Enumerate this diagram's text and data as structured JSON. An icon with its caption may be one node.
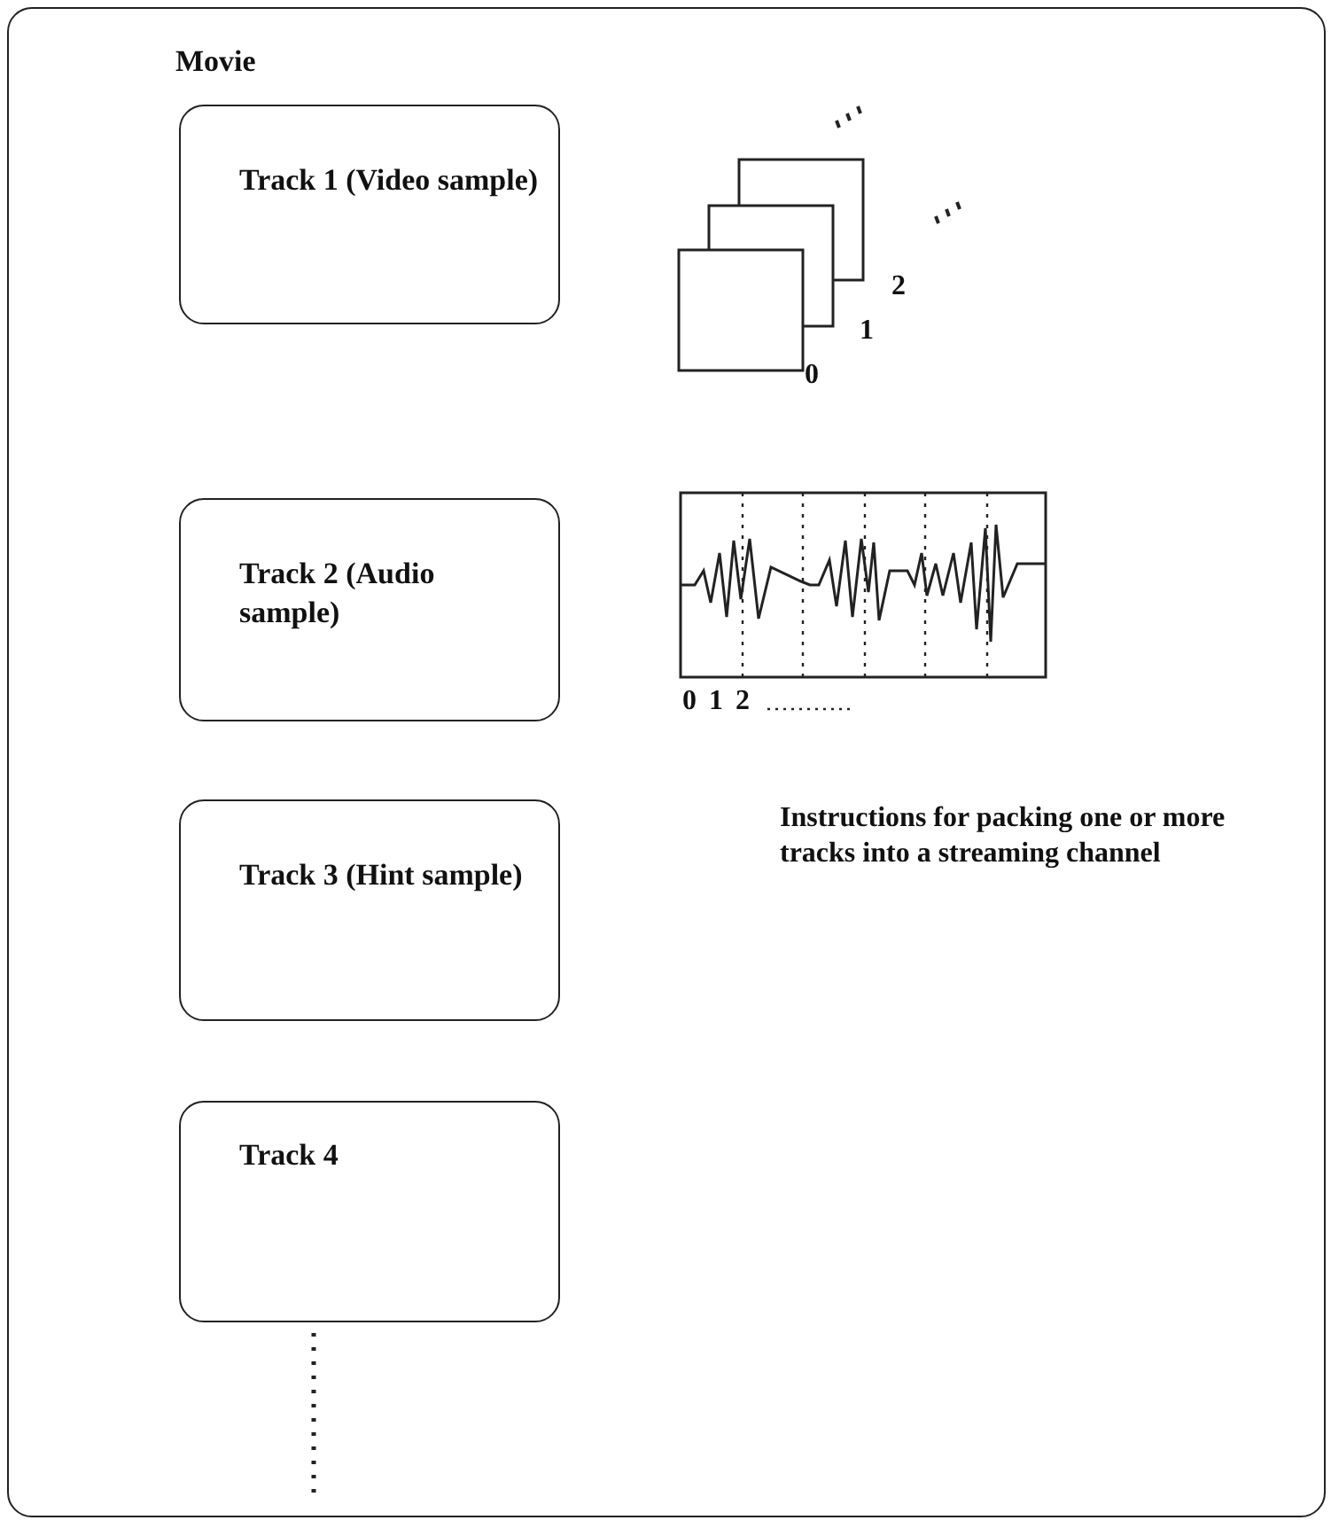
{
  "diagram": {
    "nodes": [
      {
        "text": [
          "Movie"
        ]
      },
      {
        "text": [
          "Track 1 (Video sample)"
        ],
        "in": 0
      },
      {
        "text": [
          "Track 2 (Audio sample)"
        ],
        "in": 0
      },
      {
        "text": [
          "Track 3 (Hint sample)"
        ],
        "in": 0
      },
      {
        "text": [
          "Track 4"
        ],
        "in": 0
      }
    ],
    "edges": [],
    "labels": [
      "2",
      "1",
      "0",
      "0",
      "1",
      "2",
      "Instructions for packing one or more tracks into a streaming channel"
    ]
  }
}
